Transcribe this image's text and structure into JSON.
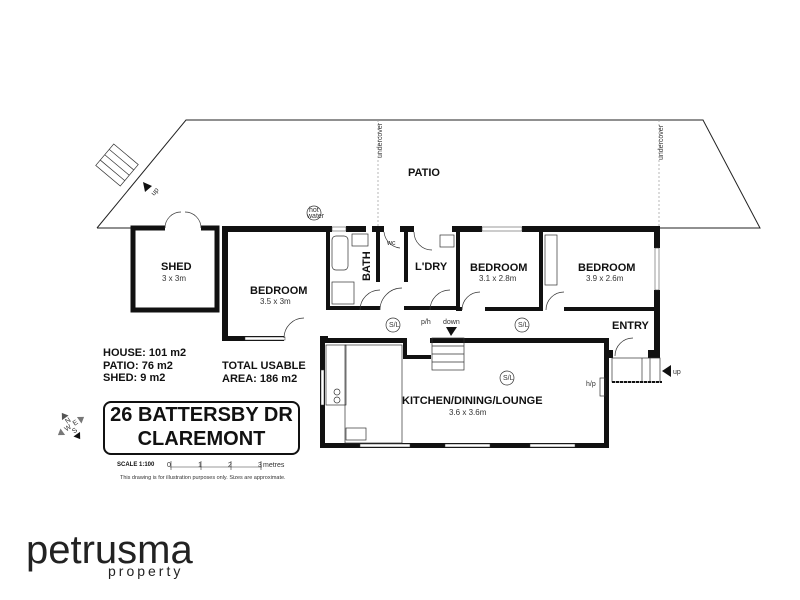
{
  "rooms": {
    "patio": "PATIO",
    "undercover_left": "undercover",
    "undercover_right": "undercover",
    "shed": {
      "name": "SHED",
      "size": "3 x 3m"
    },
    "bedroom1": {
      "name": "BEDROOM",
      "size": "3.5 x 3m"
    },
    "bath": "BATH",
    "wc": "wc",
    "laundry": "L'DRY",
    "bedroom2": {
      "name": "BEDROOM",
      "size": "3.1 x 2.8m"
    },
    "bedroom3": {
      "name": "BEDROOM",
      "size": "3.9 x 2.6m"
    },
    "entry": "ENTRY",
    "kitchen": {
      "name": "KITCHEN/DINING/LOUNGE",
      "size": "3.6 x 3.6m"
    }
  },
  "annotations": {
    "hot_water_1": "hot",
    "hot_water_2": "water",
    "skylight": "S/L",
    "ph": "p/h",
    "down": "down",
    "hp": "h/p",
    "up_entry": "up",
    "up_patio": "up"
  },
  "areas": {
    "house": "HOUSE: 101 m2",
    "patio": "PATIO: 76 m2",
    "shed": "SHED: 9 m2",
    "total_1": "TOTAL USABLE",
    "total_2": "AREA: 186 m2"
  },
  "address": {
    "line1": "26 BATTERSBY DR",
    "line2": "CLAREMONT"
  },
  "scale": {
    "label": "SCALE 1:100",
    "ticks": [
      "0",
      "1",
      "2",
      "3"
    ],
    "unit": "metres"
  },
  "disclaimer": "This drawing is for illustration purposes only. Sizes are approximate.",
  "compass": [
    "N",
    "E",
    "S",
    "W"
  ],
  "brand": {
    "name": "petrusma",
    "sub": "property"
  }
}
